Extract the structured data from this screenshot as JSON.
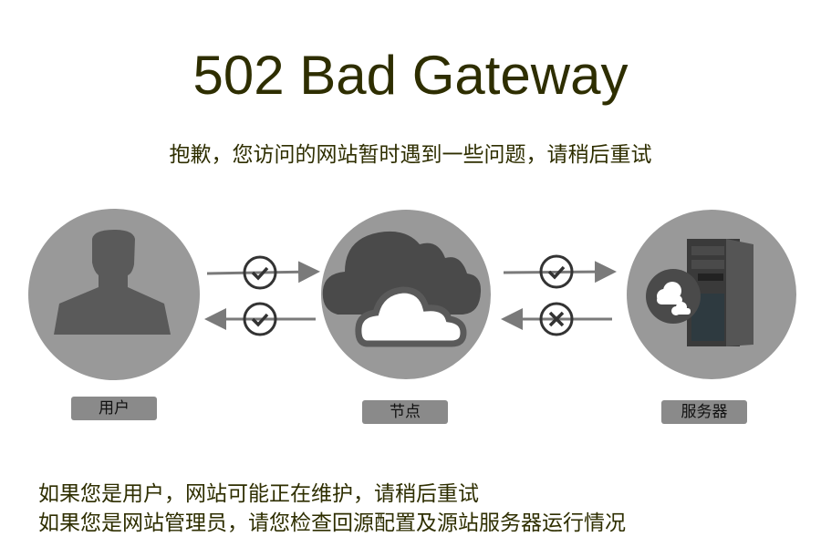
{
  "title": "502 Bad Gateway",
  "subtitle": "抱歉，您访问的网站暂时遇到一些问题，请稍后重试",
  "nodes": [
    {
      "label": "用户",
      "icon": "user-silhouette-icon"
    },
    {
      "label": "节点",
      "icon": "cloud-icon"
    },
    {
      "label": "服务器",
      "icon": "server-tower-icon"
    }
  ],
  "links": [
    {
      "direction": "user-to-node",
      "status": "ok"
    },
    {
      "direction": "node-to-user",
      "status": "ok"
    },
    {
      "direction": "node-to-server",
      "status": "ok"
    },
    {
      "direction": "server-to-node",
      "status": "failed"
    }
  ],
  "notes": [
    "如果您是用户，网站可能正在维护，请稍后重试",
    "如果您是网站管理员，请您检查回源配置及源站服务器运行情况"
  ],
  "colors": {
    "text": "#2e2e00",
    "circle": "#999999",
    "icon_dark": "#5a5a5a"
  }
}
